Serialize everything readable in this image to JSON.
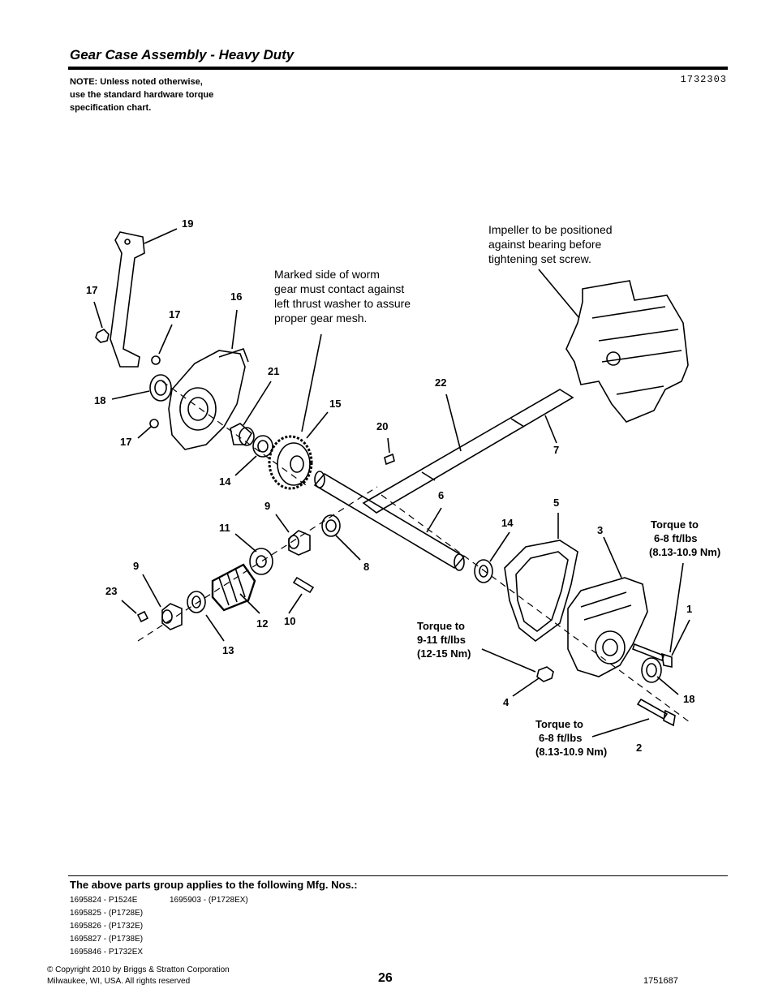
{
  "header": {
    "title": "Gear Case Assembly - Heavy Duty",
    "note_lines": [
      "NOTE: Unless noted otherwise,",
      "use the standard hardware torque",
      "specification chart."
    ],
    "doc_code": "1732303"
  },
  "diagram": {
    "callouts": {
      "c1": "1",
      "c2": "2",
      "c3": "3",
      "c4": "4",
      "c5": "5",
      "c6": "6",
      "c7": "7",
      "c8": "8",
      "c9a": "9",
      "c9b": "9",
      "c10": "10",
      "c11": "11",
      "c12": "12",
      "c13": "13",
      "c14a": "14",
      "c14b": "14",
      "c15": "15",
      "c16": "16",
      "c17a": "17",
      "c17b": "17",
      "c17c": "17",
      "c18a": "18",
      "c18b": "18",
      "c19": "19",
      "c20": "20",
      "c21": "21",
      "c22": "22",
      "c23": "23"
    },
    "impeller_note": [
      "Impeller to be positioned",
      "against bearing before",
      "tightening set screw."
    ],
    "worm_note": [
      "Marked side of worm",
      "gear must contact against",
      "left thrust washer to assure",
      "proper gear mesh."
    ],
    "torque_right": [
      "Torque to",
      "6-8 ft/lbs",
      "(8.13-10.9 Nm)"
    ],
    "torque_middle": [
      "Torque to",
      "9-11 ft/lbs",
      "(12-15 Nm)"
    ],
    "torque_bottom": [
      "Torque to",
      "6-8 ft/lbs",
      "(8.13-10.9 Nm)"
    ]
  },
  "footer": {
    "applies_title": "The above parts group applies to the following Mfg. Nos.:",
    "mfg_col1": [
      "1695824 - P1524E",
      "1695825 - (P1728E)",
      "1695826 - (P1732E)",
      "1695827 - (P1738E)",
      "1695846 - P1732EX"
    ],
    "mfg_col2": [
      "1695903 - (P1728EX)"
    ],
    "copyright_lines": [
      "© Copyright  2010 by Briggs & Stratton Corporation",
      "Milwaukee, WI, USA. All rights reserved"
    ],
    "page_number": "26",
    "part_number": "1751687"
  }
}
